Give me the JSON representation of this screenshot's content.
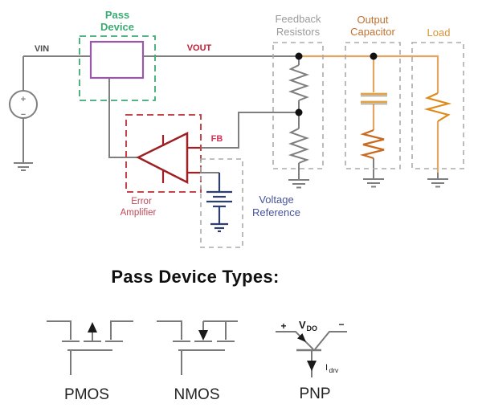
{
  "colors": {
    "wire_gray": "#7f7f7f",
    "dashed_gray_box": "#ababab",
    "green_pass": "#3cab72",
    "purple_pass_box": "#9859a8",
    "red_amp_triangle": "#9e2023",
    "red_amp_box": "#c4464b",
    "red_amp_label": "#c04a58",
    "red_vout": "#c22036",
    "red_fb": "#d63257",
    "orange_wire": "#e5a45f",
    "orange_capacitor": "#e0a145",
    "orange_esr_resistor": "#c96a1e",
    "orange_load_resistor": "#de8a1a",
    "orange_label_dark": "#c2702e",
    "orange_label_light": "#d89334",
    "gray_label": "#9a9a9a",
    "navy_reference": "#2e3f6e",
    "navy_label": "#47549b",
    "vin_label": "#4d4d4d",
    "black_text": "#1a1a1a",
    "transistor_gray": "#7a7a7a"
  },
  "ldo_diagram": {
    "nets": {
      "vin": "VIN",
      "vout": "VOUT",
      "fb": "FB"
    },
    "source": {
      "plus": "+",
      "minus": "−"
    },
    "pass_device": {
      "line1": "Pass",
      "line2": "Device"
    },
    "error_amplifier": {
      "line1": "Error",
      "line2": "Amplifier"
    },
    "voltage_reference": {
      "line1": "Voltage",
      "line2": "Reference"
    },
    "feedback_resistors": {
      "line1": "Feedback",
      "line2": "Resistors"
    },
    "output_capacitor": {
      "line1": "Output",
      "line2": "Capacitor"
    },
    "load": {
      "label": "Load"
    }
  },
  "pass_device_types": {
    "title": "Pass Device Types:",
    "pmos": {
      "label": "PMOS"
    },
    "nmos": {
      "label": "NMOS"
    },
    "pnp": {
      "label": "PNP",
      "plus": "+",
      "minus": "−",
      "vdo_main": "V",
      "vdo_sub": "DO",
      "idrv_main": "I",
      "idrv_sub": "drv"
    }
  }
}
